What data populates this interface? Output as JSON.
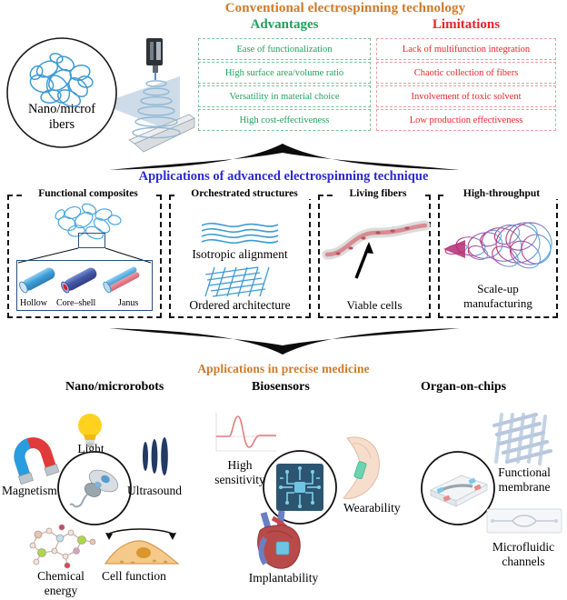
{
  "figure": {
    "caption_top": "Conventional electrospinning technology",
    "caption_mid": "Applications of advanced electrospinning technique",
    "caption_bottom": "Applications in precise medicine"
  },
  "colors": {
    "orange": "#cf7a2a",
    "blue": "#2b2bd4",
    "green": "#22a05c",
    "red": "#e8252a",
    "fiber_blue": "#3d9bd4",
    "dark": "#111111"
  },
  "top": {
    "scheme_label_line1": "Nano/microf",
    "scheme_label_line2": "ibers",
    "advantages_header": "Advantages",
    "limitations_header": "Limitations",
    "advantages": [
      "Ease of functionalization",
      "High surface area/volume ratio",
      "Versatility in material choice",
      "High cost-effectiveness"
    ],
    "limitations": [
      "Lack of multifunction integration",
      "Chaotic collection of fibers",
      "Involvement of toxic solvent",
      "Low production effectiveness"
    ]
  },
  "middle": {
    "panels": [
      {
        "header": "Functional composites",
        "fiber_types": [
          "Hollow",
          "Core–shell",
          "Janus"
        ]
      },
      {
        "header": "Orchestrated structures",
        "caption_1": "Isotropic alignment",
        "caption_2": "Ordered architecture"
      },
      {
        "header": "Living fibers",
        "caption_1": "Viable cells"
      },
      {
        "header": "High-throughput",
        "caption_1": "Scale-up",
        "caption_2": "manufacturing"
      }
    ]
  },
  "bottom": {
    "sections": [
      {
        "header": "Nano/microrobots"
      },
      {
        "header": "Biosensors"
      },
      {
        "header": "Organ-on-chips"
      }
    ],
    "robots": {
      "magnetism": "Magnetism",
      "light": "Light",
      "ultrasound": "Ultrasound",
      "chemical_line1": "Chemical",
      "chemical_line2": "energy",
      "cell_function": "Cell function"
    },
    "biosensors": {
      "sensitivity_line1": "High",
      "sensitivity_line2": "sensitivity",
      "wearability": "Wearability",
      "implantability": "Implantability"
    },
    "organchips": {
      "membrane_line1": "Functional",
      "membrane_line2": "membrane",
      "channels_line1": "Microfluidic",
      "channels_line2": "channels"
    }
  }
}
